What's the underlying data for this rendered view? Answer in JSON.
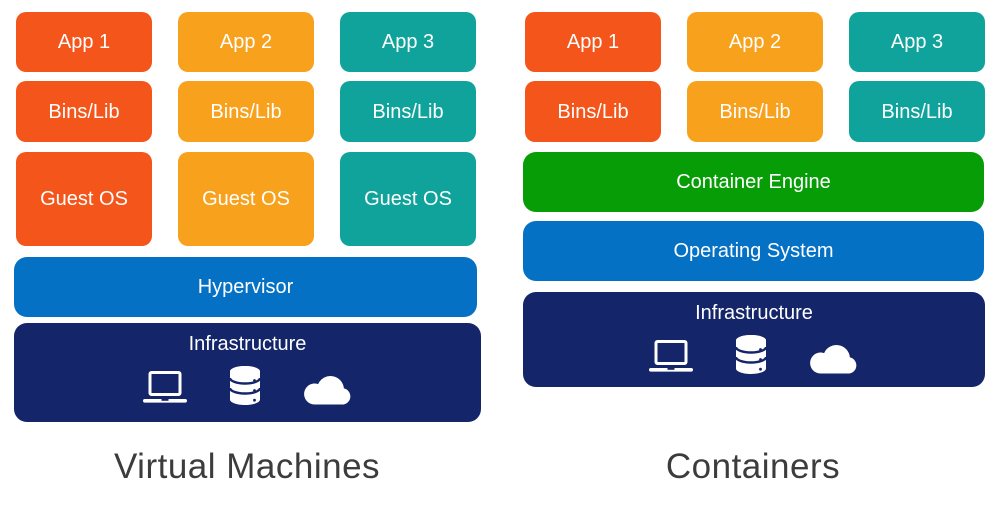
{
  "colors": {
    "app_red": "#F4551A",
    "app_orange": "#F7A11C",
    "app_teal": "#10A39B",
    "hypervisor_blue": "#0471C4",
    "operating_system_blue": "#0471C4",
    "container_engine_green": "#079D07",
    "infrastructure_navy": "#142569",
    "title_gray": "#3c3c3c"
  },
  "vm_panel": {
    "title": "Virtual Machines",
    "columns": [
      {
        "app": "App 1",
        "bins": "Bins/Lib",
        "guest_os": "Guest OS",
        "color": "#F4551A"
      },
      {
        "app": "App 2",
        "bins": "Bins/Lib",
        "guest_os": "Guest OS",
        "color": "#F7A11C"
      },
      {
        "app": "App 3",
        "bins": "Bins/Lib",
        "guest_os": "Guest OS",
        "color": "#10A39B"
      }
    ],
    "hypervisor_label": "Hypervisor",
    "infrastructure_label": "Infrastructure"
  },
  "containers_panel": {
    "title": "Containers",
    "columns": [
      {
        "app": "App 1",
        "bins": "Bins/Lib",
        "color": "#F4551A"
      },
      {
        "app": "App 2",
        "bins": "Bins/Lib",
        "color": "#F7A11C"
      },
      {
        "app": "App 3",
        "bins": "Bins/Lib",
        "color": "#10A39B"
      }
    ],
    "container_engine_label": "Container Engine",
    "operating_system_label": "Operating System",
    "infrastructure_label": "Infrastructure"
  },
  "icons": {
    "laptop": "laptop-icon",
    "database": "database-icon",
    "cloud": "cloud-icon"
  }
}
